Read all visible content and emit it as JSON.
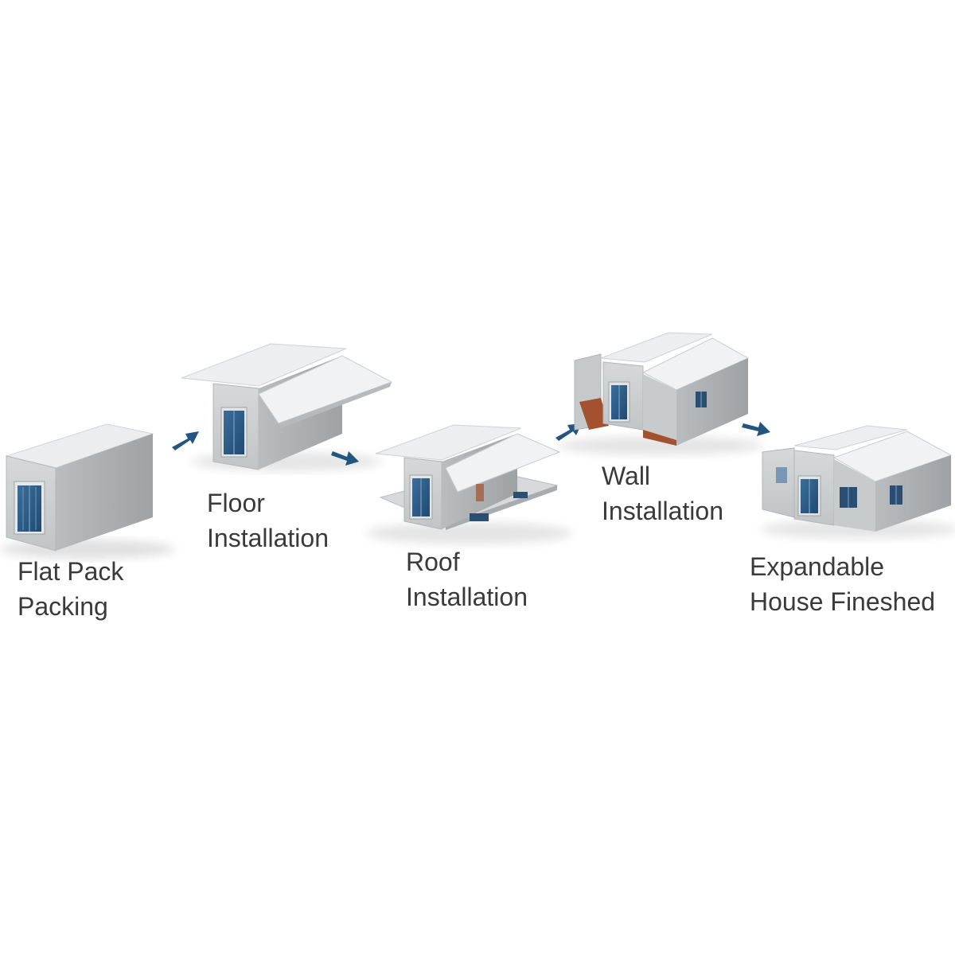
{
  "steps": [
    {
      "line1": "Flat Pack",
      "line2": "Packing"
    },
    {
      "line1": "Floor",
      "line2": "Installation"
    },
    {
      "line1": "Roof",
      "line2": "Installation"
    },
    {
      "line1": "Wall",
      "line2": "Installation"
    },
    {
      "line1": "Expandable",
      "line2": "House Fineshed"
    }
  ],
  "colors": {
    "arrow": "#23557e",
    "wall": "#c9cccd",
    "wall_dark": "#a9adaf",
    "roof": "#ebedee",
    "door": "#2b5a86",
    "floor_wood": "#a3512f",
    "text": "#3a3a3a"
  }
}
